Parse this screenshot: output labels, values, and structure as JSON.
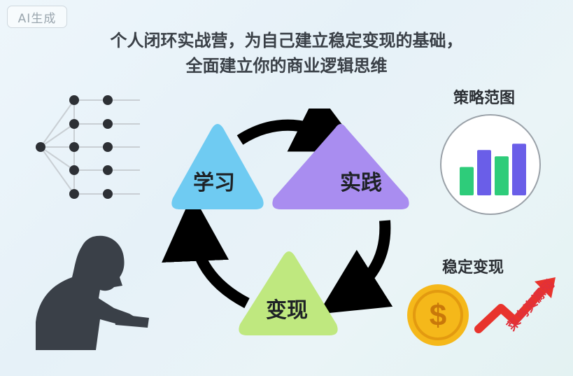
{
  "badge": {
    "label": "AI生成"
  },
  "headline": {
    "line1": "个人闭环实战营，为自己建立稳定变现的基础，",
    "line2": "全面建立你的商业逻辑思维"
  },
  "cycle": {
    "nodes": [
      {
        "label": "学习",
        "color": "#6fcbf2"
      },
      {
        "label": "实践",
        "color": "#a98df0"
      },
      {
        "label": "变现",
        "color": "#bfe87f"
      }
    ],
    "arrow_color": "#000000"
  },
  "strategy": {
    "title": "策略范图",
    "bar_colors": [
      "#2ecc7a",
      "#6a5ee8",
      "#2ecc7a",
      "#6a5ee8"
    ],
    "bar_levels": [
      0.45,
      0.72,
      0.62,
      0.82
    ]
  },
  "monetize": {
    "title": "稳定变现",
    "coin_symbol": "$",
    "coin_color": "#f5b81a",
    "arrow_color": "#e8332c"
  },
  "watermark": {
    "text": "菜鸟资源网"
  },
  "icons": [
    "tree-diagram-icon",
    "reader-silhouette-icon",
    "bar-chart-icon",
    "dollar-coin-icon",
    "trend-up-arrow-icon"
  ]
}
